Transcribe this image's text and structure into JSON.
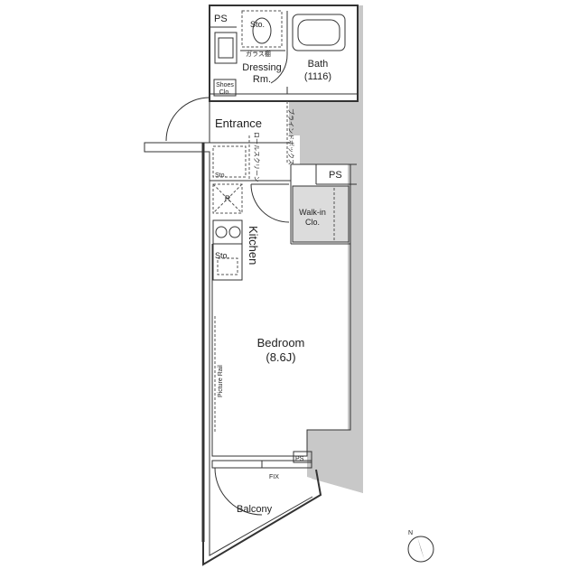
{
  "rooms": {
    "ps_top": "PS",
    "sto_top": "Sto.",
    "glass_shelf": "ガラス棚",
    "dressing_line1": "Dressing",
    "dressing_line2": "Rm.",
    "bath_line1": "Bath",
    "bath_line2": "(1116)",
    "shoes_line1": "Shoes",
    "shoes_line2": "Clo.",
    "entrance": "Entrance",
    "roll_screen": "ロールスクリーン",
    "blind_box": "ブラインドボックス",
    "sto_left": "Sto.",
    "ps_right": "PS",
    "walkin_line1": "Walk-in",
    "walkin_line2": "Clo.",
    "fridge": "R",
    "sto_kitchen": "Sto.",
    "kitchen": "Kitchen",
    "bedroom_line1": "Bedroom",
    "bedroom_line2": "(8.6J)",
    "picture_rail": "Picture Rail",
    "ps_bottom": "PS",
    "fix": "FIX",
    "balcony": "Balcony"
  },
  "compass": {
    "label": "N",
    "icon": "north-arrow-icon"
  },
  "colors": {
    "wall": "#333333",
    "shaded": "#c8c8c8",
    "background": "#ffffff"
  }
}
